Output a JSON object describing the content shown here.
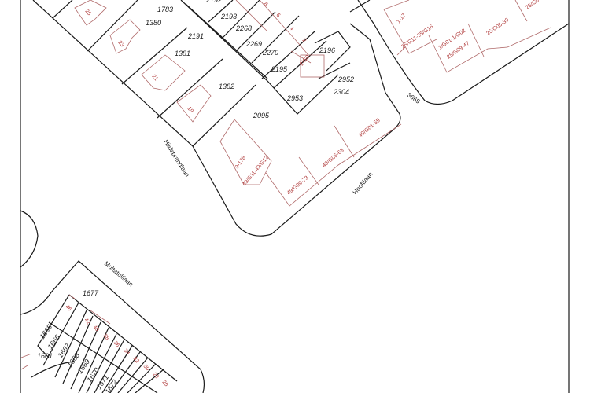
{
  "streets": {
    "hildebrandlaan": "Hildebrandlaan",
    "hooftlaan": "Hooftlaan",
    "multatulilaan": "Multatulilaan",
    "street_3669": "3669"
  },
  "parcels": {
    "p1783": "1783",
    "p1380": "1380",
    "p1381": "1381",
    "p1382": "1382",
    "p2191": "2191",
    "p2193": "2193",
    "p2268": "2268",
    "p2269": "2269",
    "p2270": "2270",
    "p2195": "2195",
    "p2196": "2196",
    "p2952": "2952",
    "p2304": "2304",
    "p2953": "2953",
    "p2095": "2095",
    "p2192": "2192",
    "p1677": "1677",
    "p1665": "1665",
    "p1666": "1666",
    "p1667": "1667",
    "p1668": "1668",
    "p1669": "1669",
    "p1670": "1670",
    "p1671": "1671",
    "p1672": "1672",
    "p1601": "1601"
  },
  "house_numbers": {
    "h25": "25",
    "h23": "23",
    "h21": "21",
    "h19": "19",
    "h8": "8",
    "h6": "6",
    "h4": "4",
    "h2": "2",
    "h46": "46",
    "h42": "42",
    "h40": "40",
    "h38": "38",
    "h36": "36",
    "h34": "34",
    "h32": "32",
    "h30": "30",
    "h28": "28",
    "h26": "26",
    "apt_1_17": "1-17",
    "apt_25g11": "25/G11-25/G16",
    "apt_1g01": "1/G01-1/G02",
    "apt_25g09": "25/G09-47",
    "apt_25g05": "25/G05-39",
    "apt_25g0x": "25/G0",
    "apt_9_178": "9-178",
    "apt_49g11": "49/G11-49/G12",
    "apt_49g09": "49/G09-73",
    "apt_49g05": "49/G05-63",
    "apt_49g01": "49/G01-55",
    "apt_2g": "2/G0"
  },
  "colors": {
    "parcel_line": "#1a1a1a",
    "building_line": "#b06a6a",
    "building_text": "#b03a3a"
  }
}
